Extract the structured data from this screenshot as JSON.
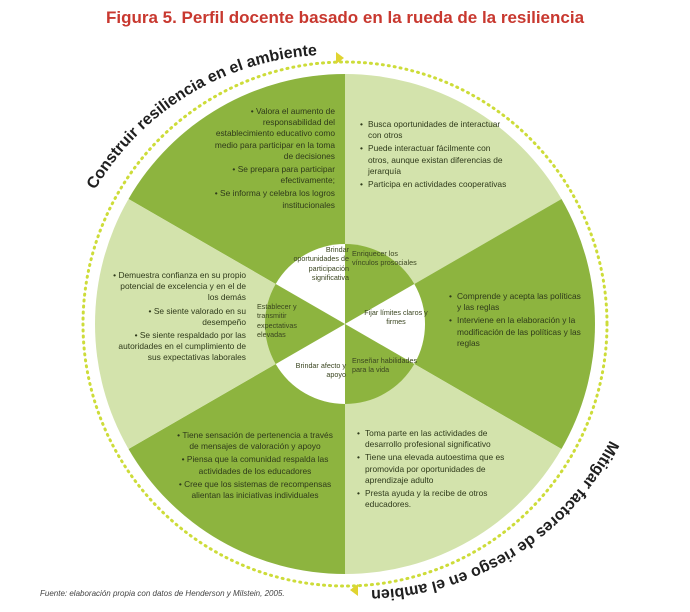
{
  "title": "Figura 5. Perfil docente basado en la rueda de la resiliencia",
  "arc_top": "Construir resiliencia en el ambiente",
  "arc_bottom": "Mitigar factores de riesgo en el ambiente",
  "inner": {
    "top": "Brindar oportunidades de participación significativa",
    "top_right": "Enriquecer los vínculos prosociales",
    "right": "Fijar límites claros y firmes",
    "bottom_right": "Enseñar habilidades para la vida",
    "bottom": "Brindar afecto y apoyo",
    "left": "Establecer y transmitir expectativas elevadas"
  },
  "outer": {
    "top_left": [
      "Valora el aumento de responsabilidad del establecimiento educativo como medio para participar en la toma de decisiones",
      "Se prepara para participar efectivamente;",
      "Se informa y celebra los logros institucionales"
    ],
    "top_right": [
      "Busca oportunidades de interactuar con otros",
      "Puede interactuar fácilmente con otros, aunque existan diferencias de jerarquía",
      "Participa en actividades cooperativas"
    ],
    "right": [
      "Comprende y acepta las políticas y las reglas",
      "Interviene en la elaboración y la modificación de las políticas y las reglas"
    ],
    "bottom_right": [
      "Toma parte en las actividades de desarrollo profesional significativo",
      "Tiene una elevada autoestima que es promovida por oportunidades de aprendizaje adulto",
      "Presta ayuda y la recibe de otros educadores."
    ],
    "bottom_left": [
      "Tiene sensación de pertenencia a través de mensajes de valoración y apoyo",
      "Piensa que la comunidad respalda las actividades de los educadores",
      "Cree que los sistemas de recompensas alientan las iniciativas individuales"
    ],
    "left": [
      "Demuestra confianza en su propio potencial de excelencia y en el de los demás",
      "Se siente valorado en su desempeño",
      "Se siente respaldado por las autoridades en el cumplimiento de sus expectativas laborales"
    ]
  },
  "source": "Fuente: elaboración propia con datos de Henderson y Milstein, 2005.",
  "colors": {
    "title": "#c8382f",
    "dark_green": "#8db43f",
    "light_green": "#d3e3ac",
    "ring": "#cddc39",
    "arrow": "#e0d431"
  }
}
